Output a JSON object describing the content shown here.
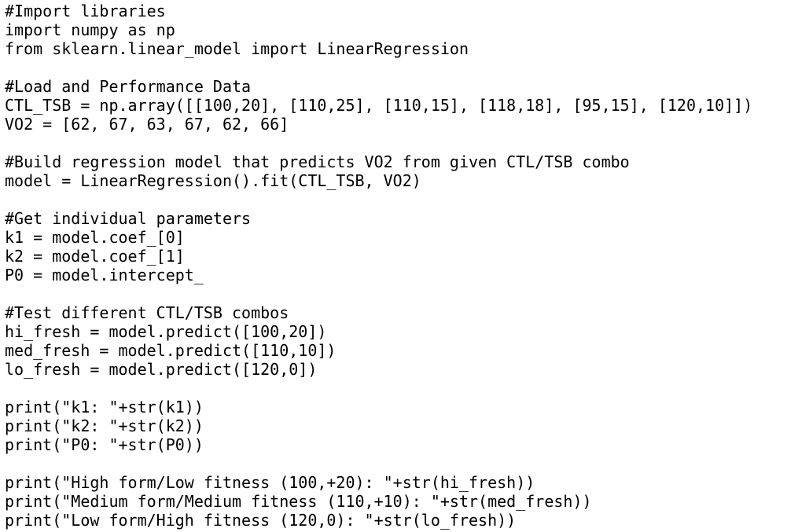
{
  "code": {
    "lines": [
      "#Import libraries",
      "import numpy as np",
      "from sklearn.linear_model import LinearRegression",
      "",
      "#Load and Performance Data",
      "CTL_TSB = np.array([[100,20], [110,25], [110,15], [118,18], [95,15], [120,10]])",
      "VO2 = [62, 67, 63, 67, 62, 66]",
      "",
      "#Build regression model that predicts VO2 from given CTL/TSB combo",
      "model = LinearRegression().fit(CTL_TSB, VO2)",
      "",
      "#Get individual parameters",
      "k1 = model.coef_[0]",
      "k2 = model.coef_[1]",
      "P0 = model.intercept_",
      "",
      "#Test different CTL/TSB combos",
      "hi_fresh = model.predict([100,20])",
      "med_fresh = model.predict([110,10])",
      "lo_fresh = model.predict([120,0])",
      "",
      "print(\"k1: \"+str(k1))",
      "print(\"k2: \"+str(k2))",
      "print(\"P0: \"+str(P0))",
      "",
      "print(\"High form/Low fitness (100,+20): \"+str(hi_fresh))",
      "print(\"Medium form/Medium fitness (110,+10): \"+str(med_fresh))",
      "print(\"Low form/High fitness (120,0): \"+str(lo_fresh))"
    ]
  }
}
